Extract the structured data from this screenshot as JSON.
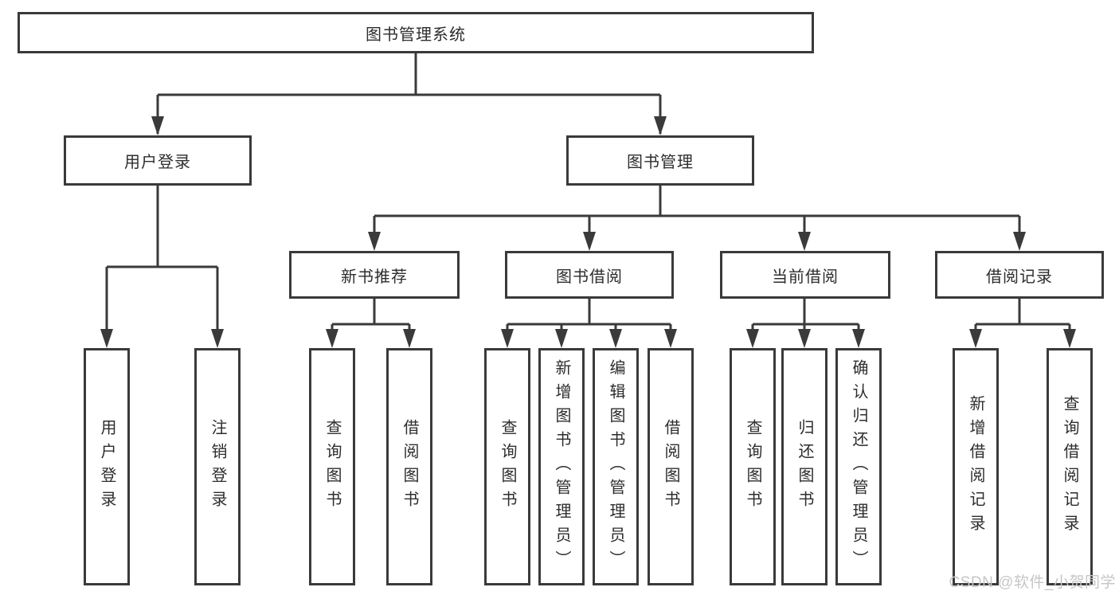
{
  "diagram": {
    "root": {
      "label": "图书管理系统"
    },
    "level2": [
      {
        "label": "用户登录"
      },
      {
        "label": "图书管理"
      }
    ],
    "level3": [
      {
        "label": "新书推荐"
      },
      {
        "label": "图书借阅"
      },
      {
        "label": "当前借阅"
      },
      {
        "label": "借阅记录"
      }
    ],
    "leaves": {
      "user_login": [
        "用户登录",
        "注销登录"
      ],
      "new_book": [
        "查询图书",
        "借阅图书"
      ],
      "book_borrow": [
        "查询图书",
        "新增图书（管理员）",
        "编辑图书（管理员）",
        "借阅图书"
      ],
      "current_borrow": [
        "查询图书",
        "归还图书",
        "确认归还（管理员）"
      ],
      "borrow_records": [
        "新增借阅记录",
        "查询借阅记录"
      ]
    }
  },
  "watermark": "CSDN @软件_小贺同学",
  "colors": {
    "line": "#3a3a3a",
    "text": "#2d2d2d",
    "watermark": "#c6c6c6",
    "background": "#ffffff"
  }
}
